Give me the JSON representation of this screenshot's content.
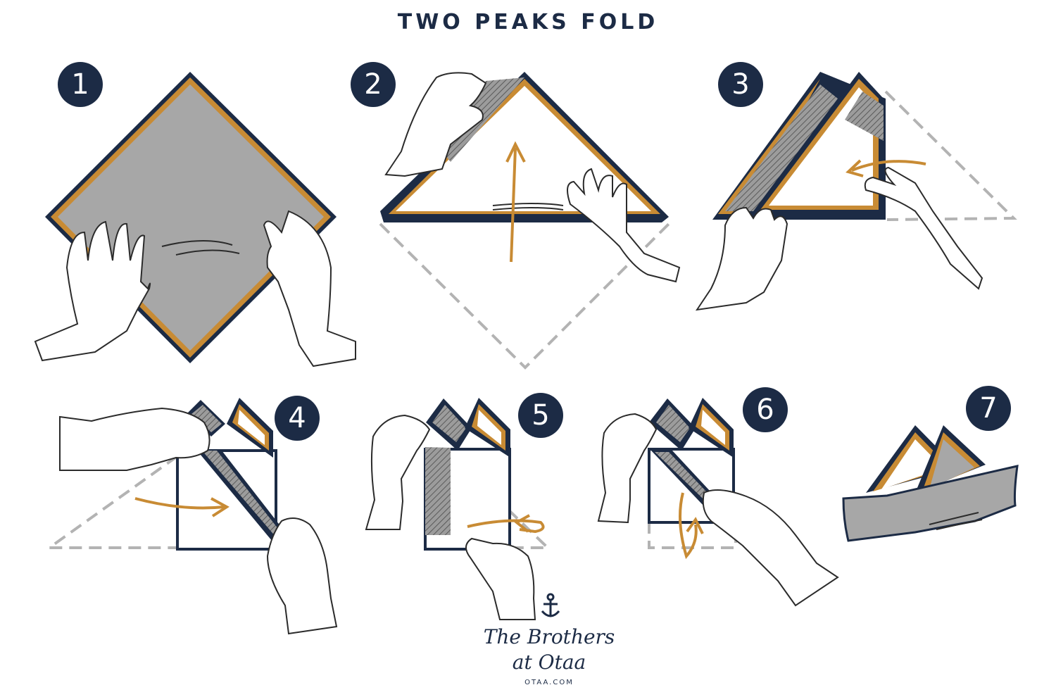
{
  "title": "TWO PEAKS FOLD",
  "steps": [
    {
      "number": "1"
    },
    {
      "number": "2"
    },
    {
      "number": "3"
    },
    {
      "number": "4"
    },
    {
      "number": "5"
    },
    {
      "number": "6"
    },
    {
      "number": "7"
    }
  ],
  "logo": {
    "line1": "The Brothers",
    "line2": "at Otaa",
    "url": "OTAA.COM",
    "icon": "anchor-icon"
  },
  "colors": {
    "navy": "#1c2b45",
    "gold": "#c88b34",
    "fabric": "#a7a7a7",
    "dash": "#b3b3b3",
    "ink": "#2b2b2b"
  }
}
